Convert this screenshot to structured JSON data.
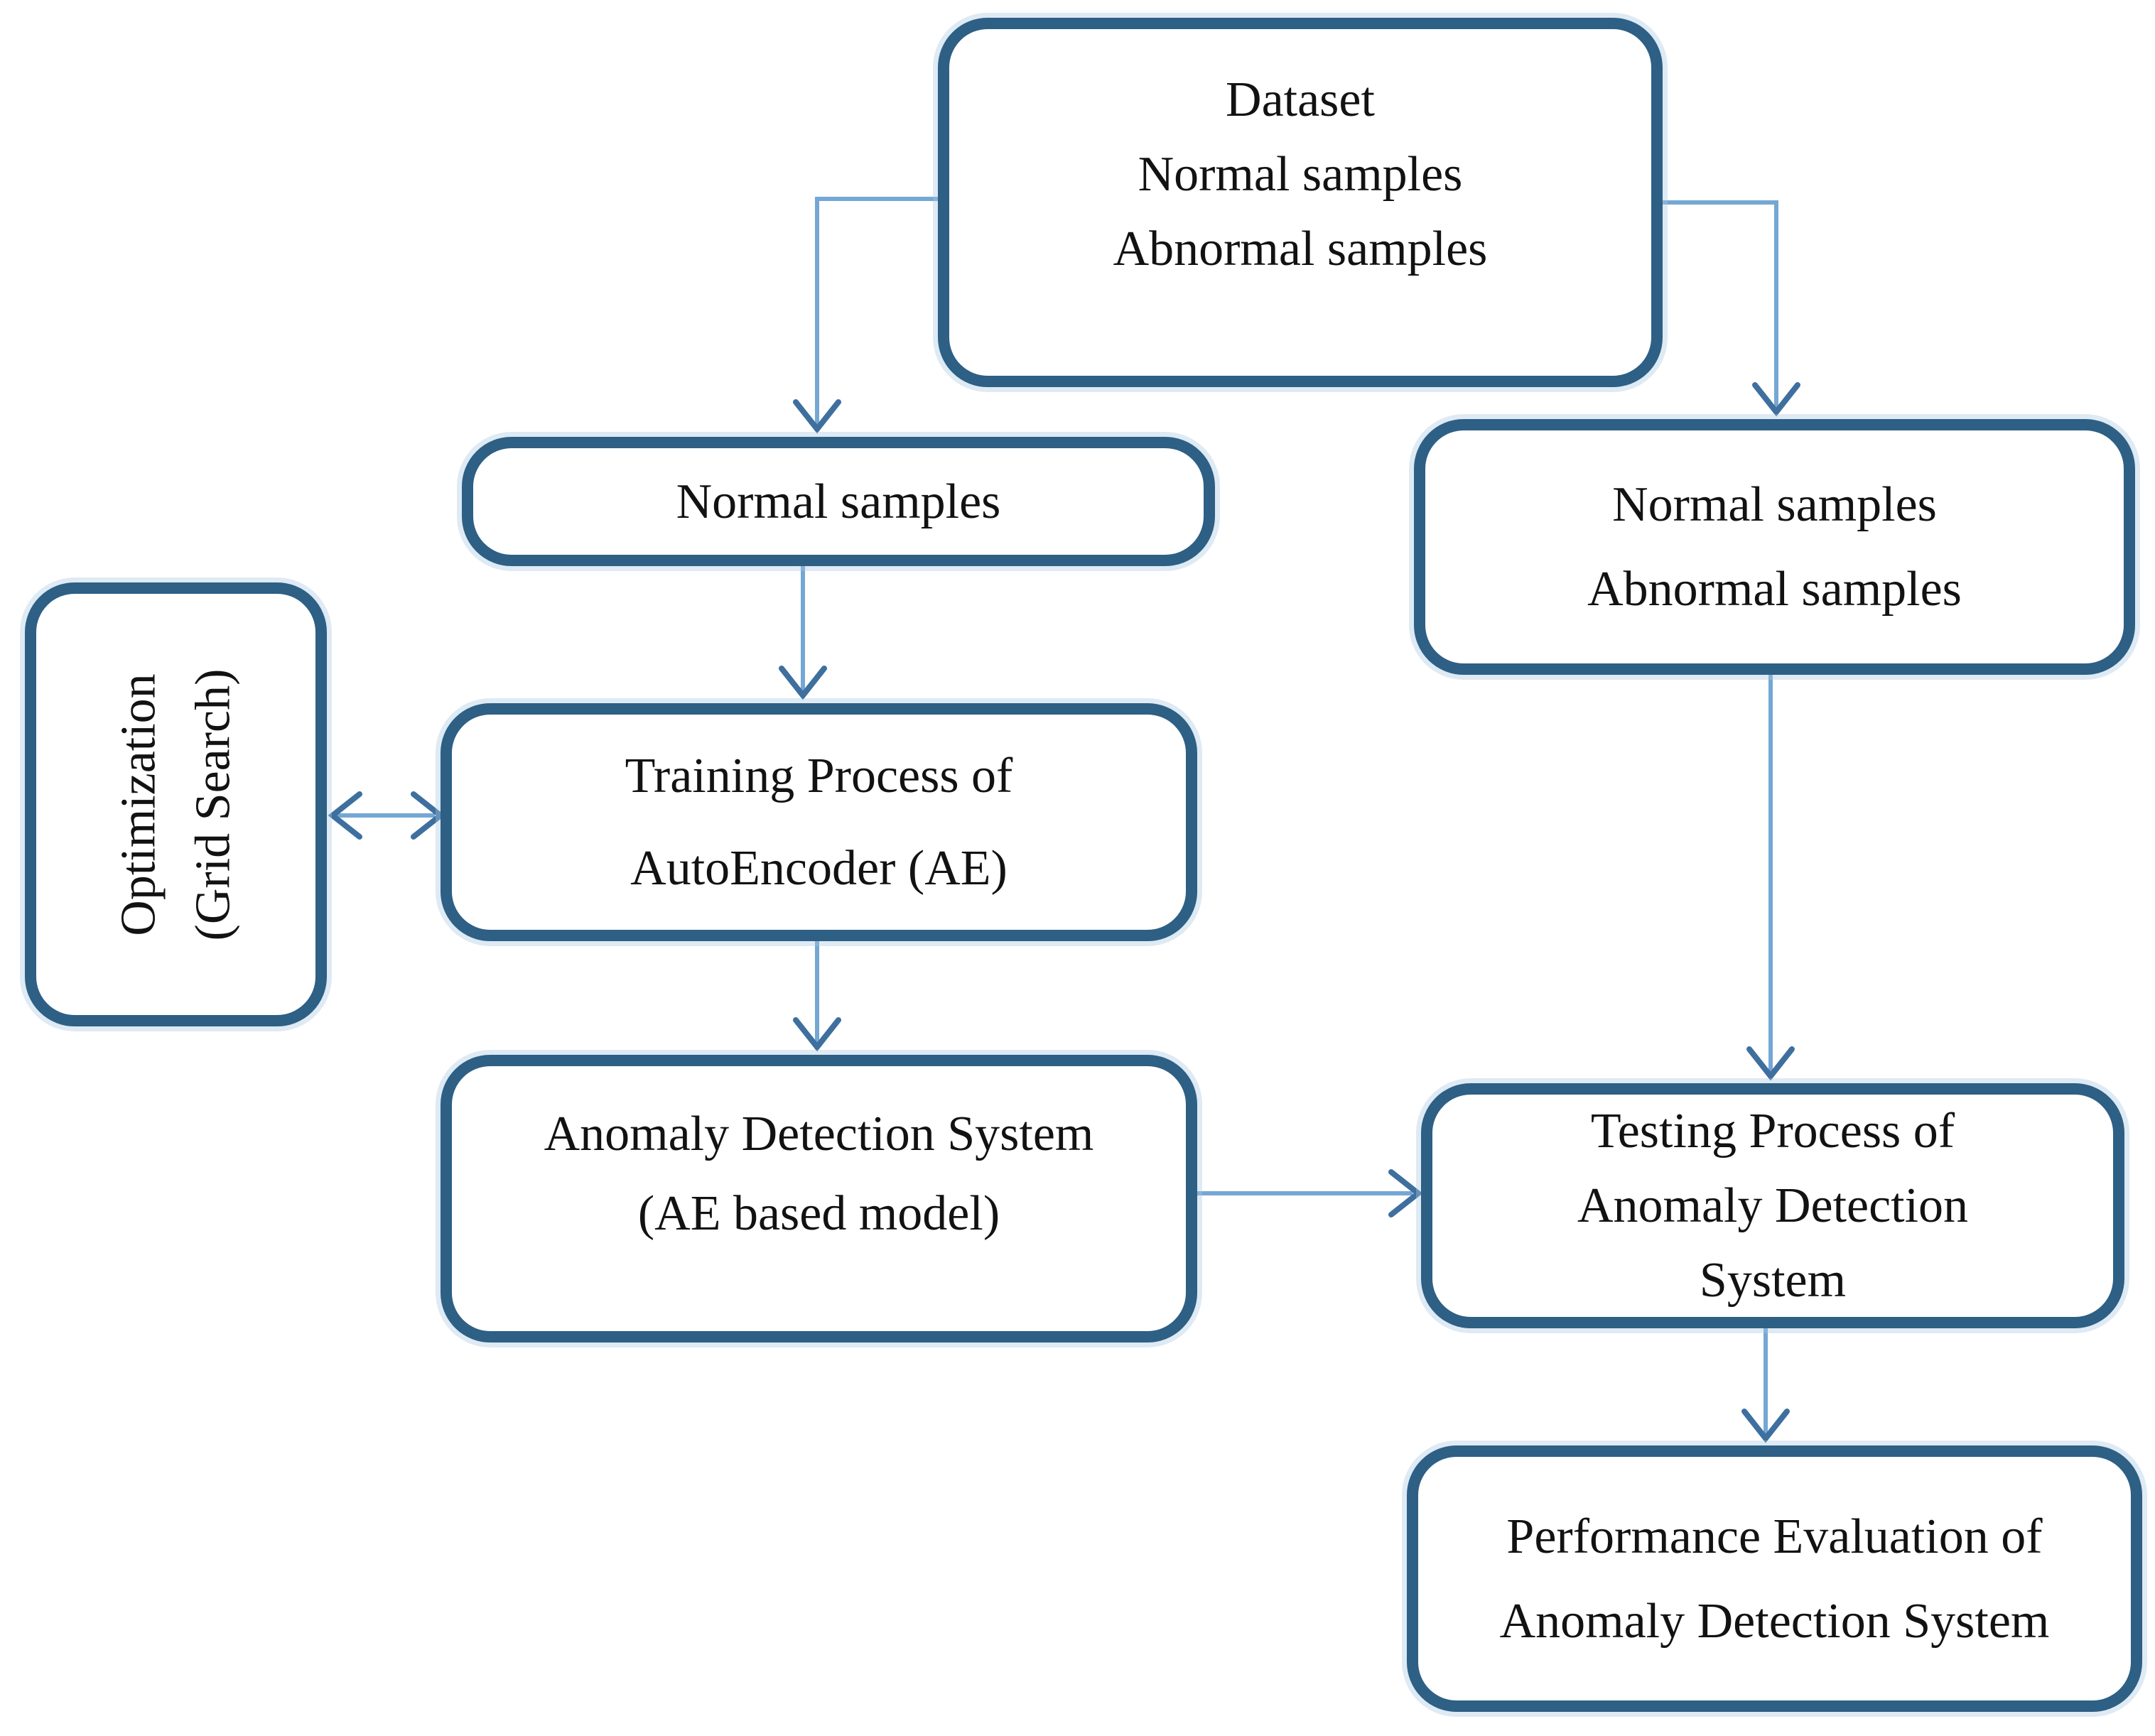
{
  "colors": {
    "box_border": "#2e5f85",
    "connector": "#74a7d4",
    "arrowhead": "#3e6f9f",
    "text": "#121212",
    "background": "#ffffff"
  },
  "diagram": {
    "nodes": {
      "dataset": {
        "lines": [
          "Dataset",
          "Normal samples",
          "Abnormal samples"
        ]
      },
      "normal_samples": {
        "lines": [
          "Normal samples"
        ]
      },
      "optimization": {
        "lines": [
          "Optimization",
          "(Grid Search)"
        ]
      },
      "training": {
        "lines": [
          "Training Process of",
          "AutoEncoder (AE)"
        ]
      },
      "anomaly_detection": {
        "lines": [
          "Anomaly Detection System",
          "(AE based model)"
        ]
      },
      "mixed_samples": {
        "lines": [
          "Normal samples",
          "Abnormal samples"
        ]
      },
      "testing": {
        "lines": [
          "Testing Process of",
          "Anomaly Detection",
          "System"
        ]
      },
      "performance": {
        "lines": [
          "Performance Evaluation of",
          "Anomaly Detection System"
        ]
      }
    }
  }
}
